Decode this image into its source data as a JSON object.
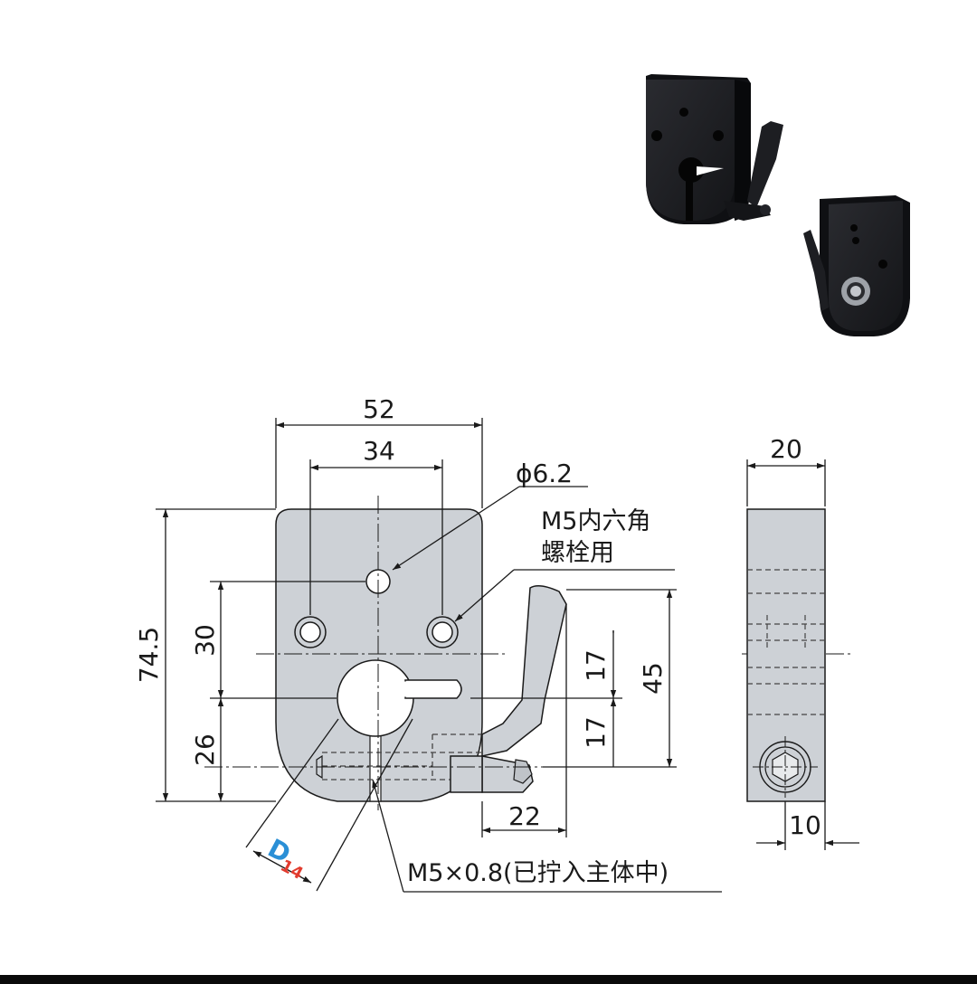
{
  "dimensions": {
    "overall_width": "52",
    "hole_spacing": "34",
    "through_hole": "ϕ6.2",
    "bolt_note_line1": "M5内六角",
    "bolt_note_line2": "螺栓用",
    "overall_height": "74.5",
    "upper_height": "30",
    "lower_height": "26",
    "lever_upper": "17",
    "lever_lower": "17",
    "lever_total": "45",
    "lever_offset": "22",
    "side_width": "20",
    "side_offset": "10",
    "bore_letter": "D",
    "bore_size": "14",
    "screw_note": "M5×0.8(已拧入主体中)"
  },
  "colors": {
    "part_fill": "#cdd1d6",
    "line": "#1a1a1a",
    "dashed": "#444444",
    "bore_letter": "#2a8fd6",
    "bore_size": "#e23b2e",
    "product_dark": "#1c1d21"
  }
}
